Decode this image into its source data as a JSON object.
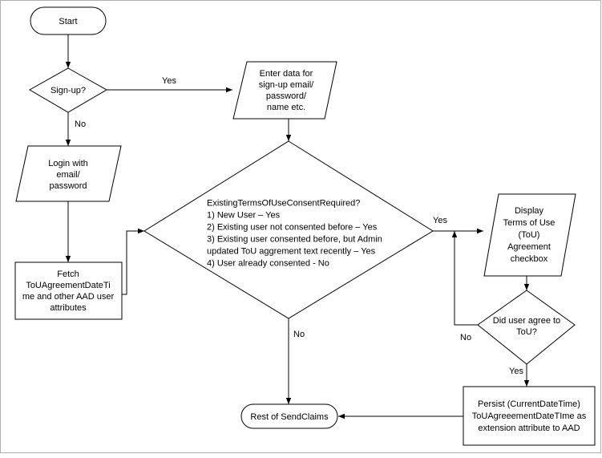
{
  "nodes": {
    "start": {
      "lines": [
        "Start"
      ]
    },
    "signup_decision": {
      "lines": [
        "Sign-up?"
      ]
    },
    "enter_data": {
      "lines": [
        "Enter data for",
        "sign-up email/",
        "password/",
        "name etc."
      ]
    },
    "login": {
      "lines": [
        "Login with",
        "email/",
        "password"
      ]
    },
    "fetch": {
      "lines": [
        "Fetch",
        "ToUAgreementDateTi",
        "me and other AAD user",
        "attributes"
      ]
    },
    "consent_decision": {
      "lines": [
        "ExistingTermsOfUseConsentRequired?",
        "1) New User – Yes",
        "2) Existing user not consented before – Yes",
        "3) Existing user consented before, but Admin",
        "updated ToU aggrement text recently – Yes",
        "4) User already consented - No"
      ]
    },
    "display_tou": {
      "lines": [
        "Display",
        "Terms of Use",
        "(ToU)",
        "Agreement",
        "checkbox"
      ]
    },
    "agree_decision": {
      "lines": [
        "Did user agree to",
        "ToU?"
      ]
    },
    "persist": {
      "lines": [
        "Persist (CurrentDateTime)",
        "ToUAgreeementDateTIme as",
        "extension attribute to AAD"
      ]
    },
    "rest": {
      "lines": [
        "Rest of SendClaims"
      ]
    }
  },
  "edge_labels": {
    "signup_yes": "Yes",
    "signup_no": "No",
    "consent_yes": "Yes",
    "consent_no": "No",
    "agree_no": "No",
    "agree_yes": "Yes"
  }
}
